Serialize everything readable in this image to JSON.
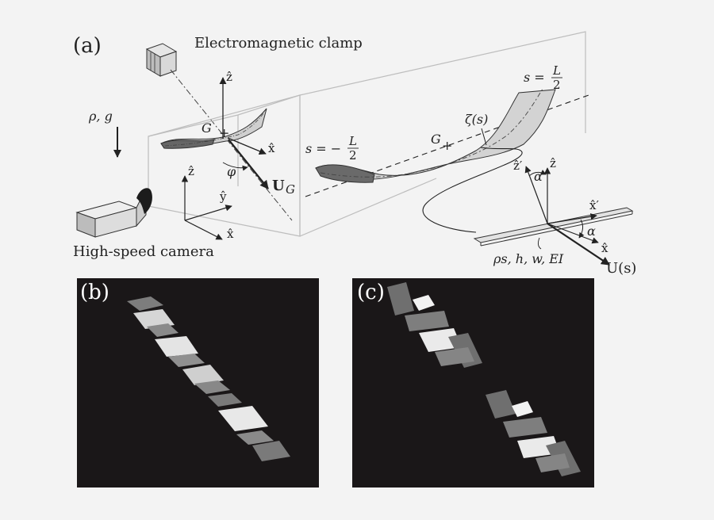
{
  "panels": {
    "a": "(a)",
    "b": "(b)",
    "c": "(c)"
  },
  "labels": {
    "clamp": "Electromagnetic clamp",
    "camera": "High-speed camera",
    "density_gravity": "ρ, g",
    "G_left": "G",
    "G_right": "G",
    "z_hat_top": "ẑ",
    "x_hat_small": "x̂",
    "phi": "φ",
    "U_G": "U",
    "U_G_sub": "G",
    "z_hat_frame": "ẑ",
    "y_hat_frame": "ŷ",
    "x_hat_frame": "x̂",
    "s_half_prefix": "s =",
    "s_neg_half_prefix": "s = −",
    "L": "L",
    "two": "2",
    "zeta": "ζ(s)",
    "z_hat_prime": "ẑ′",
    "z_hat_local": "ẑ",
    "alpha_top": "α",
    "x_hat_prime": "x̂′",
    "alpha_bottom": "α",
    "x_hat_local": "x̂",
    "params": "ρs, h, w, EI",
    "U_s": "U(s)"
  },
  "colors": {
    "background": "#f3f3f3",
    "line": "#555555",
    "dark_strip": "#666666",
    "light_strip": "#d0d0d0",
    "photo_bg": "#1a1718"
  }
}
